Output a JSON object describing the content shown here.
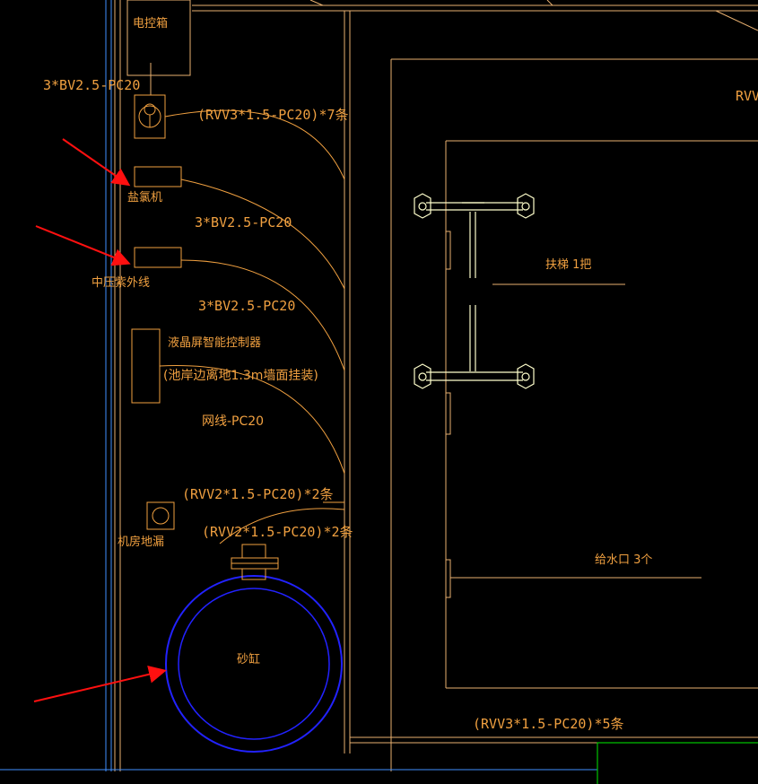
{
  "colors": {
    "background": "#000000",
    "wire": "#f0a040",
    "wall": "#e8b070",
    "fixture": "#ffffcc",
    "tank": "#2222ff",
    "cyan_line": "#4090ff",
    "green_line": "#00c000",
    "arrow": "#ff1010"
  },
  "labels": {
    "control_box": "电控箱",
    "wire_top": "3*BV2.5-PC20",
    "rvv3_7": "(RVV3*1.5-PC20)*7条",
    "chlorinator": "盐氯机",
    "wire_mid1": "3*BV2.5-PC20",
    "uv_lamp": "中压紫外线",
    "wire_mid2": "3*BV2.5-PC20",
    "lcd_controller": "液晶屏智能控制器",
    "lcd_mount": "(池岸边离地1.3m墙面挂装)",
    "network": "网线-PC20",
    "rvv2_a": "(RVV2*1.5-PC20)*2条",
    "rvv2_b": "(RVV2*1.5-PC20)*2条",
    "floor_drain": "机房地漏",
    "sand_tank": "砂缸",
    "ladder": "扶梯  1把",
    "water_inlet": "给水口 3个",
    "rvv3_5": "(RVV3*1.5-PC20)*5条",
    "rvv_partial": "RVV"
  }
}
